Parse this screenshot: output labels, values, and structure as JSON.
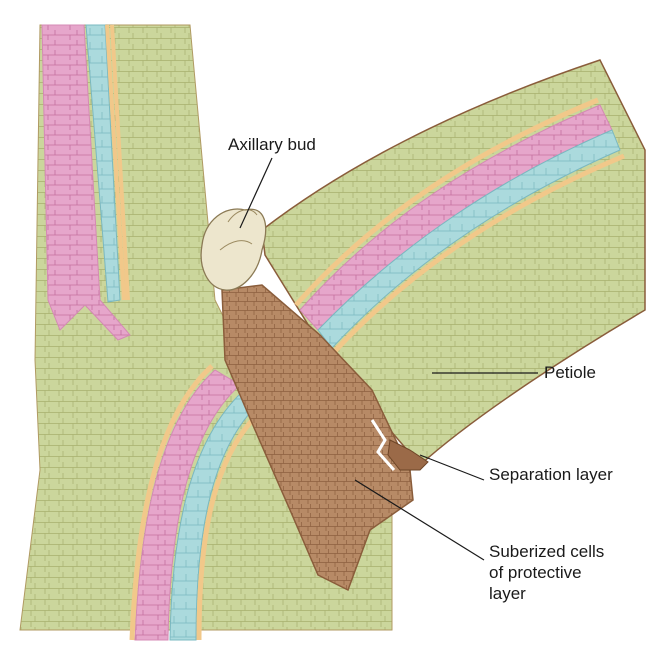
{
  "labels": {
    "axillary_bud": "Axillary bud",
    "petiole": "Petiole",
    "separation_layer": "Separation layer",
    "suberized": "Suberized cells\nof protective\nlayer"
  },
  "colors": {
    "ground_tissue": "#c9d49a",
    "xylem_pink": "#e4a2c8",
    "phloem_blue": "#a8d8dc",
    "cambium_orange": "#f1c88a",
    "protective_layer": "#b4835f",
    "outline": "#8a5d3b"
  }
}
